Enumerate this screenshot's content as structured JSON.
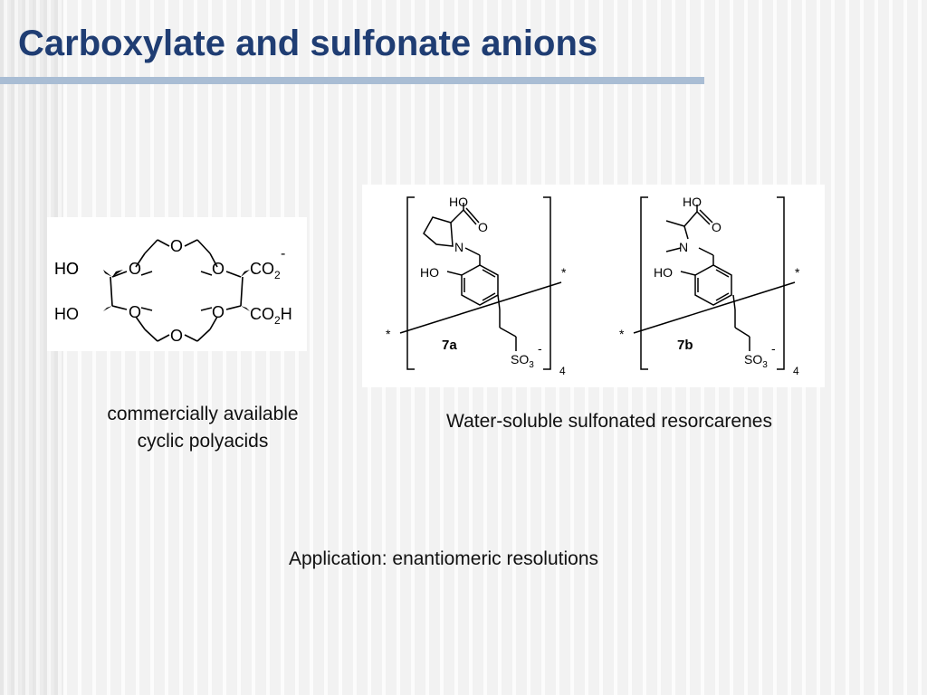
{
  "slide": {
    "title": "Carboxylate and sulfonate anions",
    "caption_left_line1": "commercially available",
    "caption_left_line2": "cyclic polyacids",
    "caption_right": "Water-soluble sulfonated resorcarenes",
    "caption_bottom": "Application: enantiomeric resolutions"
  },
  "crown": {
    "o": "O",
    "left_top": "HO",
    "left_bottom": "HO",
    "sub2": "2",
    "c": "C",
    "co": "CO",
    "minus": "-",
    "h": "H"
  },
  "resorcarene": {
    "ho": "HO",
    "o": "O",
    "n": "N",
    "so3": "SO",
    "sub3": "3",
    "minus": "-",
    "star": "*",
    "repeat": "4",
    "label_a": "7a",
    "label_b": "7b"
  },
  "colors": {
    "title": "#1f3d73",
    "title_bar": "#a9bdd4"
  }
}
